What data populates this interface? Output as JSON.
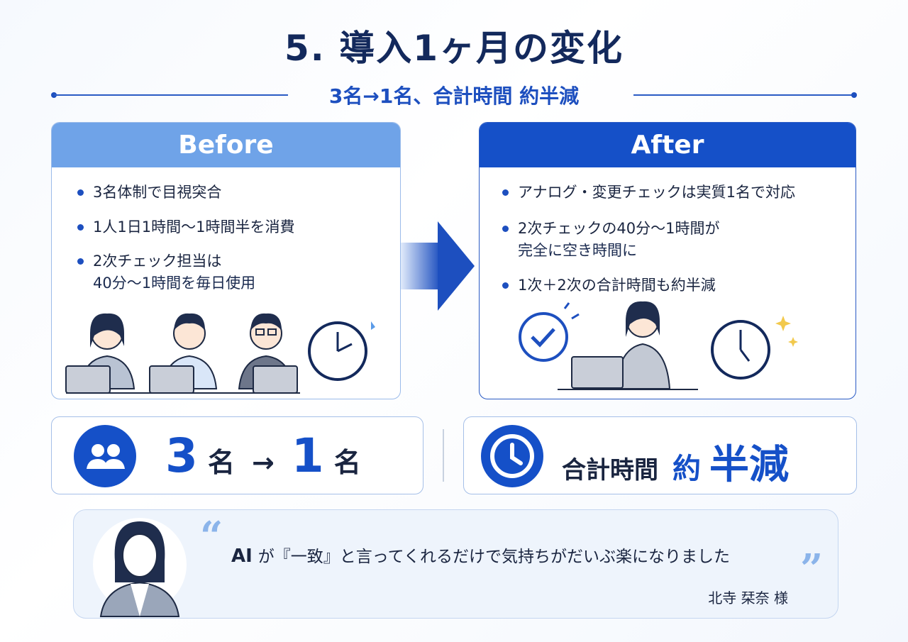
{
  "title": "5. 導入1ヶ月の変化",
  "subtitle": "3名→1名、合計時間 約半減",
  "before": {
    "header": "Before",
    "bullets": [
      "3名体制で目視突合",
      "1人1日1時間〜1時間半を消費",
      "2次チェック担当は",
      "40分〜1時間を毎日使用"
    ]
  },
  "after": {
    "header": "After",
    "bullets": [
      "アナログ・変更チェックは実質1名で対応",
      "2次チェックの40分〜1時間が",
      "完全に空き時間に",
      "1次＋2次の合計時間も約半減"
    ]
  },
  "stats": {
    "people_from": "3",
    "people_unit1": "名",
    "arrow": "→",
    "people_to": "1",
    "people_unit2": "名",
    "time_label": "合計時間",
    "time_value_prefix": "約",
    "time_value": "半減"
  },
  "quote": {
    "open": "“",
    "text_ai": "AI",
    "text": "が『一致』と言ってくれるだけで気持ちがだいぶ楽になりました",
    "close": "”",
    "author": "北寺 栞奈 様"
  },
  "colors": {
    "navy": "#13295c",
    "blue": "#1d4fbf",
    "before_head": "#6fa3e8",
    "after_head": "#1550c8"
  }
}
